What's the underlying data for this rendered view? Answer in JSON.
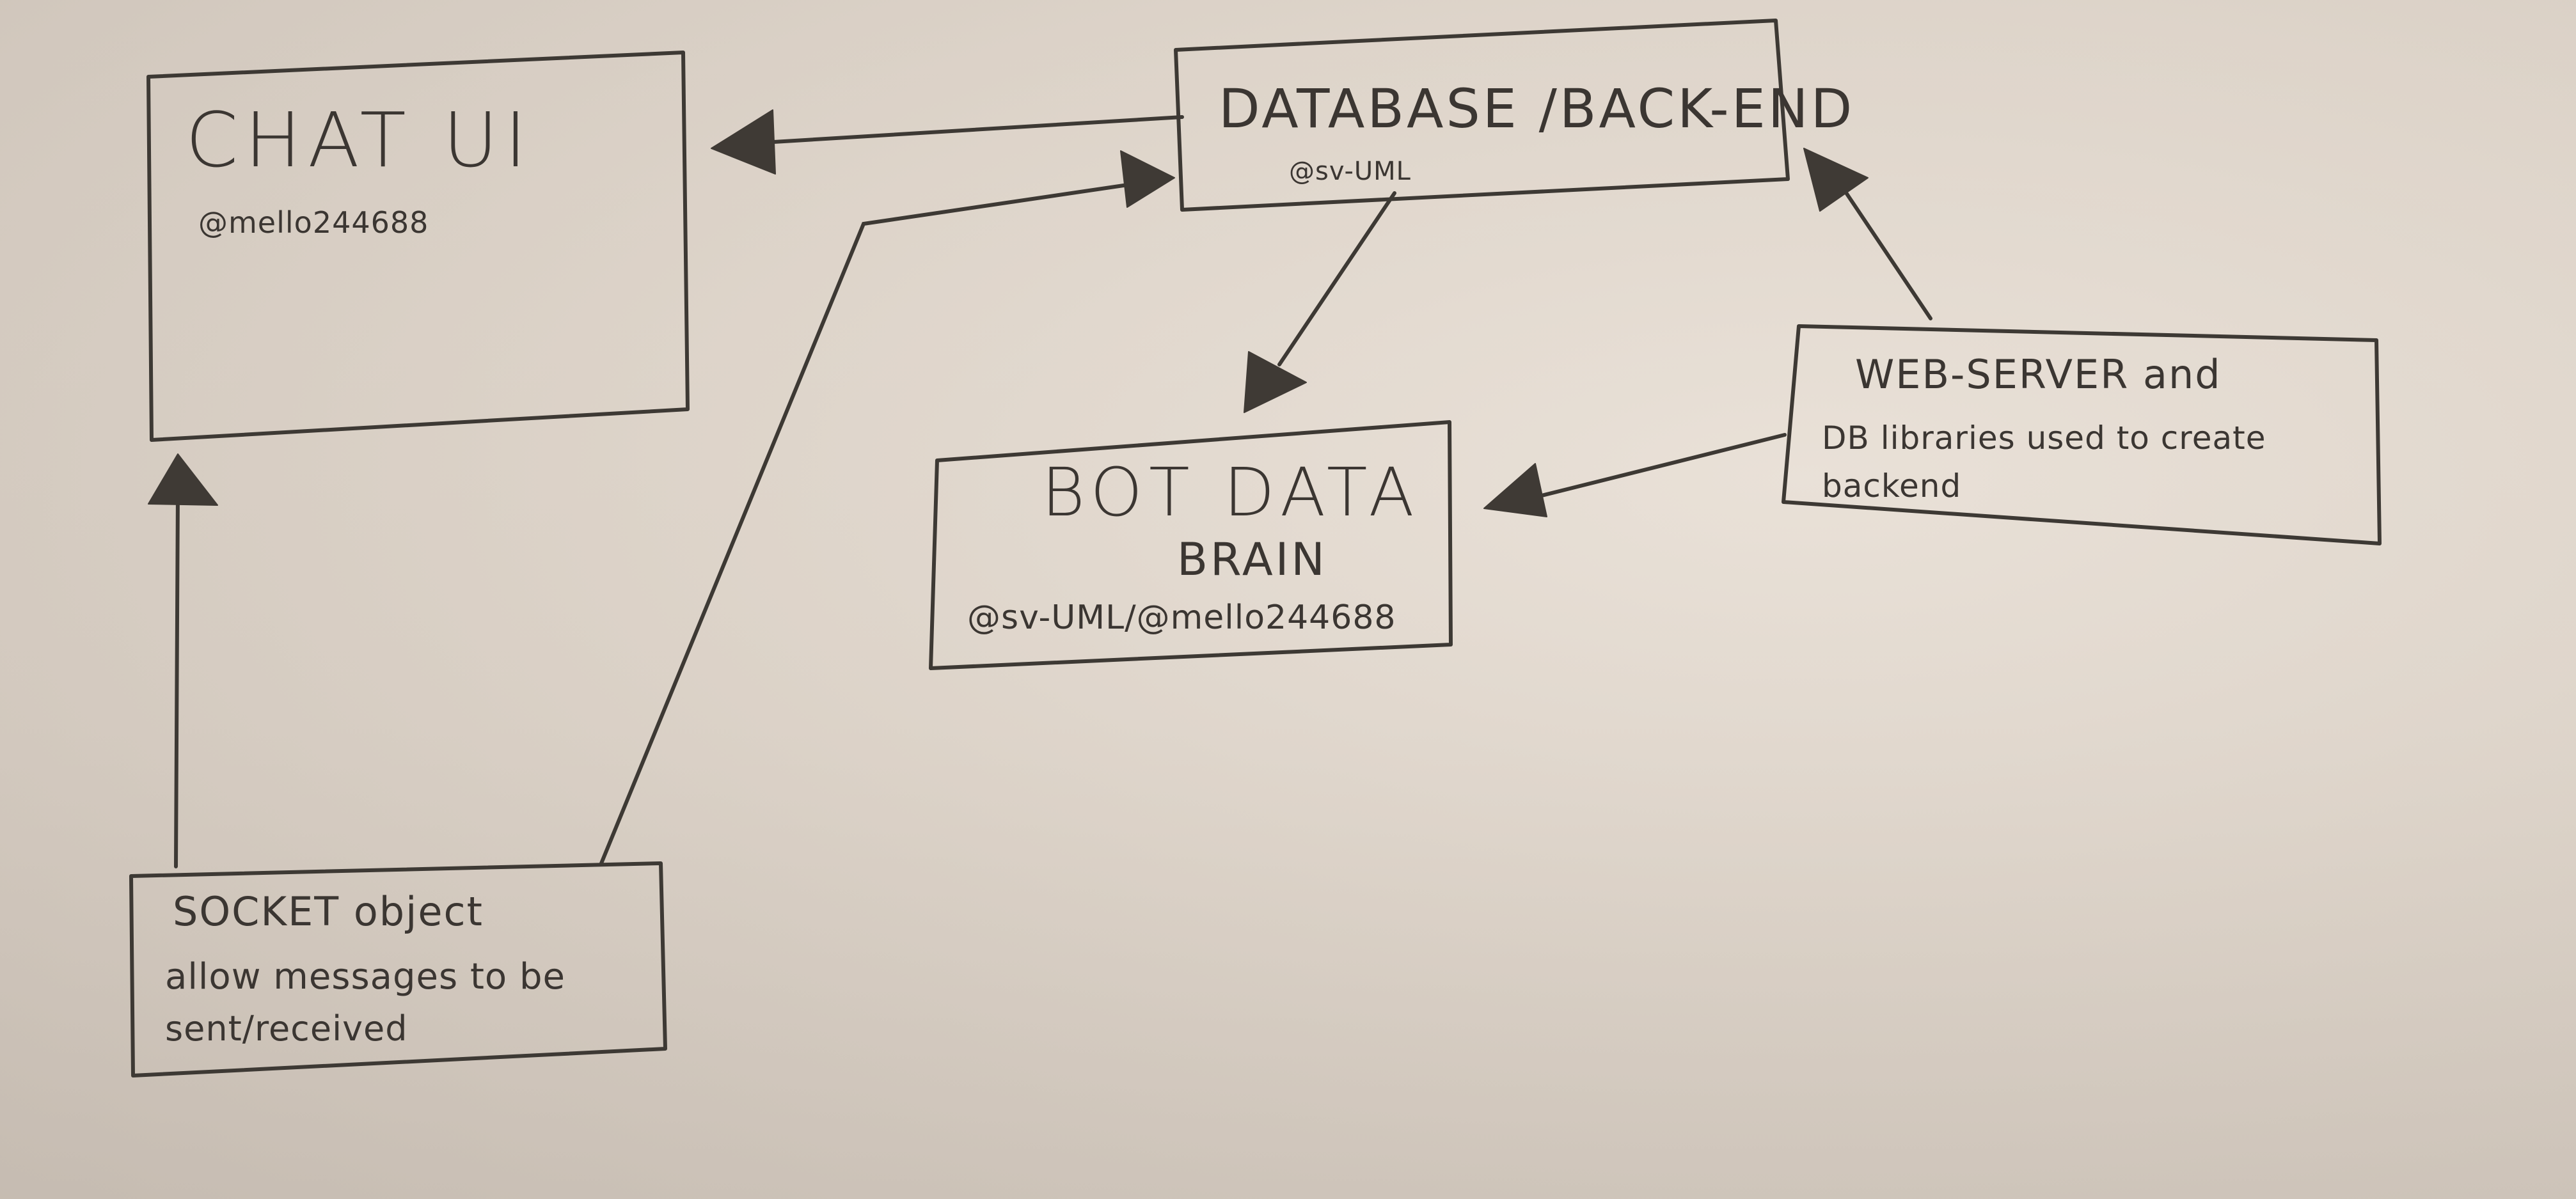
{
  "nodes": {
    "chat_ui": {
      "title": "CHAT   UI",
      "handle": "@mello244688"
    },
    "database": {
      "title": "DATABASE /BACK-END",
      "handle": "@sv-UML"
    },
    "bot_brain": {
      "title_line1": "BOT   DATA",
      "title_line2": "BRAIN",
      "handle": "@sv-UML/@mello244688"
    },
    "web_server": {
      "line1": "WEB-SERVER  and",
      "line2": "DB libraries used to create",
      "line3": "backend"
    },
    "socket": {
      "line1": "SOCKET  object",
      "line2": "allow messages to be",
      "line3": "sent/received"
    }
  },
  "colors": {
    "paper": "#d9cfc4",
    "ink": "#3d3934"
  }
}
